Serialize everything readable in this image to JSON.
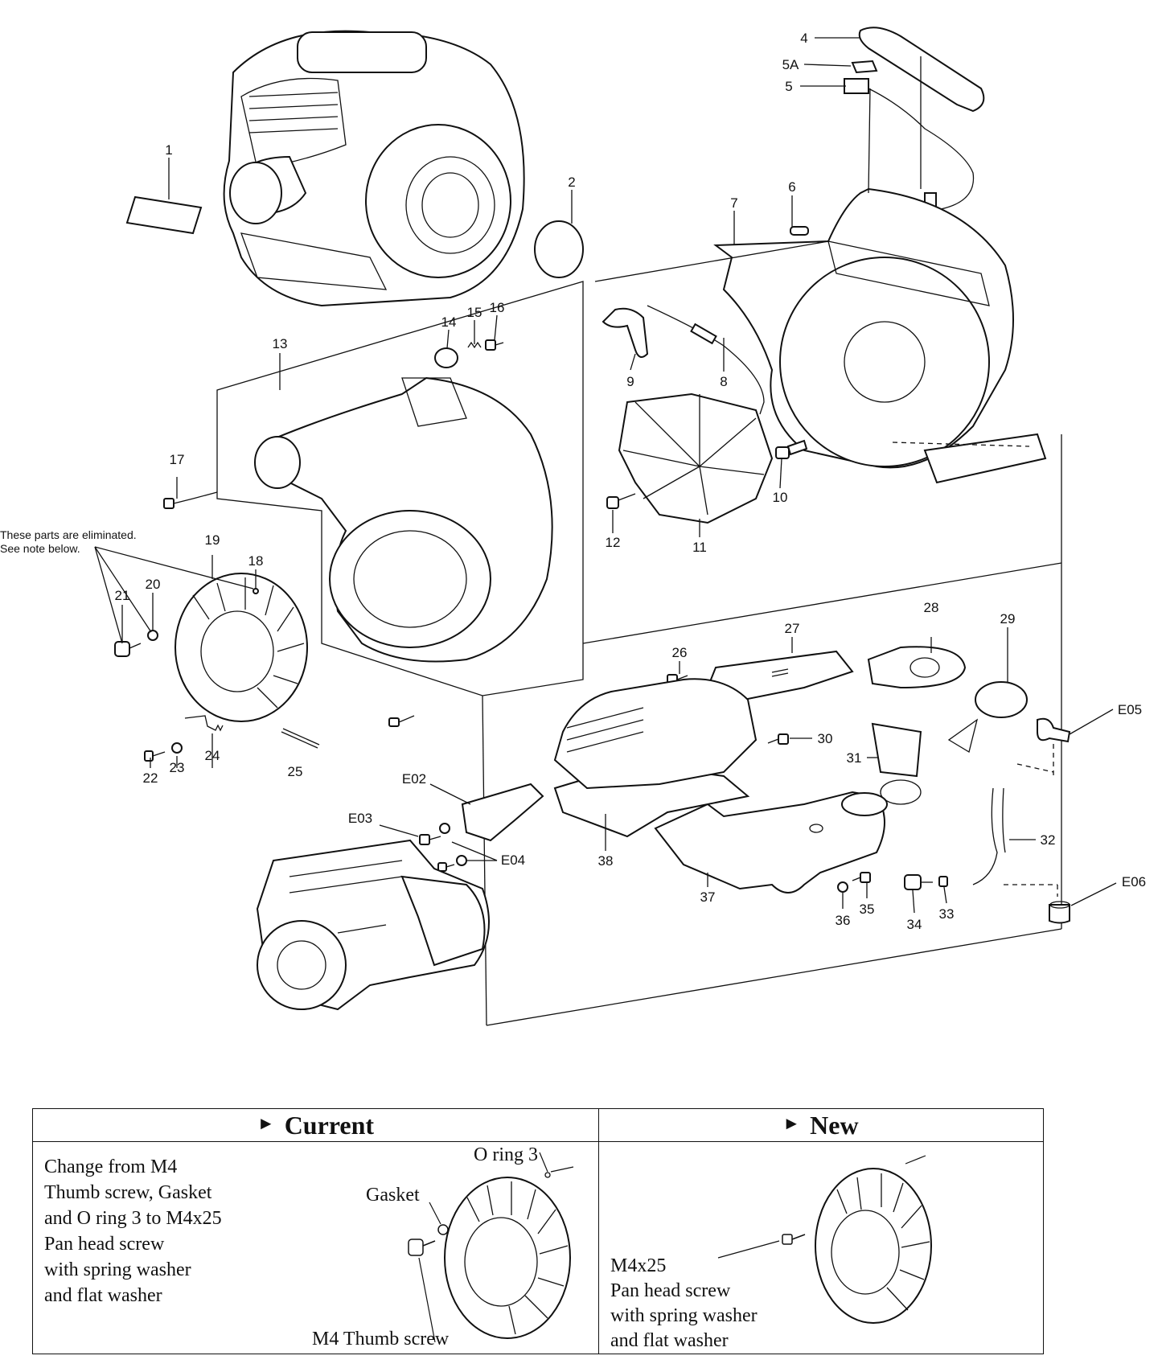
{
  "callouts": {
    "c1": "1",
    "c2": "2",
    "c4": "4",
    "c5a": "5A",
    "c5": "5",
    "c6": "6",
    "c7": "7",
    "c8": "8",
    "c9": "9",
    "c10": "10",
    "c11": "11",
    "c12": "12",
    "c13": "13",
    "c14": "14",
    "c15": "15",
    "c16": "16",
    "c17": "17",
    "c18": "18",
    "c19": "19",
    "c20": "20",
    "c21": "21",
    "c22": "22",
    "c23": "23",
    "c24": "24",
    "c25": "25",
    "c26": "26",
    "c27": "27",
    "c28": "28",
    "c29": "29",
    "c30": "30",
    "c31": "31",
    "c32": "32",
    "c33": "33",
    "c34": "34",
    "c35": "35",
    "c36": "36",
    "c37": "37",
    "c38": "38",
    "e02": "E02",
    "e03": "E03",
    "e04": "E04",
    "e05": "E05",
    "e06": "E06"
  },
  "eliminated_note": {
    "line1": "These parts are eliminated.",
    "line2": "See note below."
  },
  "change_table": {
    "current_header": "Current",
    "new_header": "New",
    "current_description": [
      "Change from M4",
      "Thumb screw, Gasket",
      "and O ring 3 to M4x25",
      "Pan head screw",
      "with spring washer",
      "and flat washer"
    ],
    "current_labels": {
      "o_ring": "O ring 3",
      "gasket": "Gasket",
      "thumb_screw": "M4 Thumb screw"
    },
    "new_description": [
      "M4x25",
      "Pan head screw",
      "with spring washer",
      "and flat washer"
    ]
  },
  "icons": [
    "triangle-pointer-icon"
  ]
}
